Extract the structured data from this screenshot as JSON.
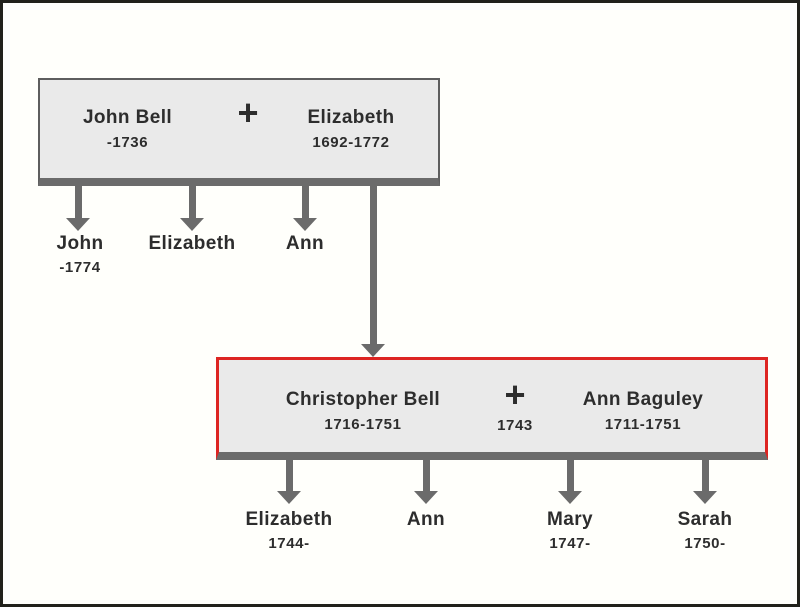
{
  "colors": {
    "box_fill": "#eaeaea",
    "line_gray": "#6b6b6b",
    "box_border_gray": "#5e5e5e",
    "highlight_red": "#dd2522",
    "frame_border": "#21211a",
    "text": "#2d2d2d"
  },
  "families": [
    {
      "id": "family-1",
      "highlighted": false,
      "father": {
        "name": "John Bell",
        "dates": "-1736"
      },
      "marriage": {
        "symbol": "+",
        "year": ""
      },
      "mother": {
        "name": "Elizabeth",
        "dates": "1692-1772"
      },
      "children": [
        {
          "name": "John",
          "dates": "-1774"
        },
        {
          "name": "Elizabeth",
          "dates": ""
        },
        {
          "name": "Ann",
          "dates": ""
        }
      ],
      "descends_to": "family-2"
    },
    {
      "id": "family-2",
      "highlighted": true,
      "father": {
        "name": "Christopher Bell",
        "dates": "1716-1751"
      },
      "marriage": {
        "symbol": "+",
        "year": "1743"
      },
      "mother": {
        "name": "Ann Baguley",
        "dates": "1711-1751"
      },
      "children": [
        {
          "name": "Elizabeth",
          "dates": "1744-"
        },
        {
          "name": "Ann",
          "dates": ""
        },
        {
          "name": "Mary",
          "dates": "1747-"
        },
        {
          "name": "Sarah",
          "dates": "1750-"
        }
      ]
    }
  ]
}
